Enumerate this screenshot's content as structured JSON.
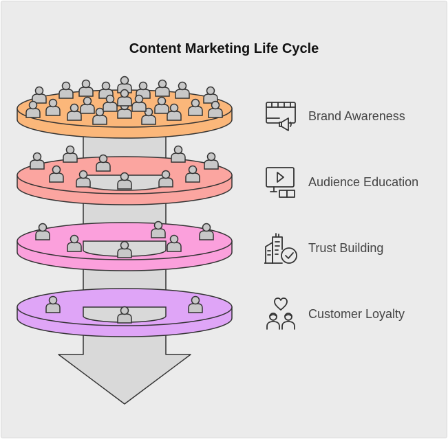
{
  "title": "Content Marketing Life Cycle",
  "colors": {
    "background": "#ebebeb",
    "stroke": "#333333",
    "column": "#d9d9d9",
    "arrow": "#d9d9d9",
    "person_fill": "#c8c8c8"
  },
  "stages": [
    {
      "label": "Brand Awareness",
      "icon": "video-megaphone-icon",
      "color": "#fbb77a",
      "people": 23
    },
    {
      "label": "Audience Education",
      "icon": "video-book-icon",
      "color": "#fba5a0",
      "people": 10
    },
    {
      "label": "Trust Building",
      "icon": "building-check-icon",
      "color": "#fba0dc",
      "people": 6
    },
    {
      "label": "Customer Loyalty",
      "icon": "heart-people-icon",
      "color": "#dfa5f7",
      "people": 3
    }
  ]
}
